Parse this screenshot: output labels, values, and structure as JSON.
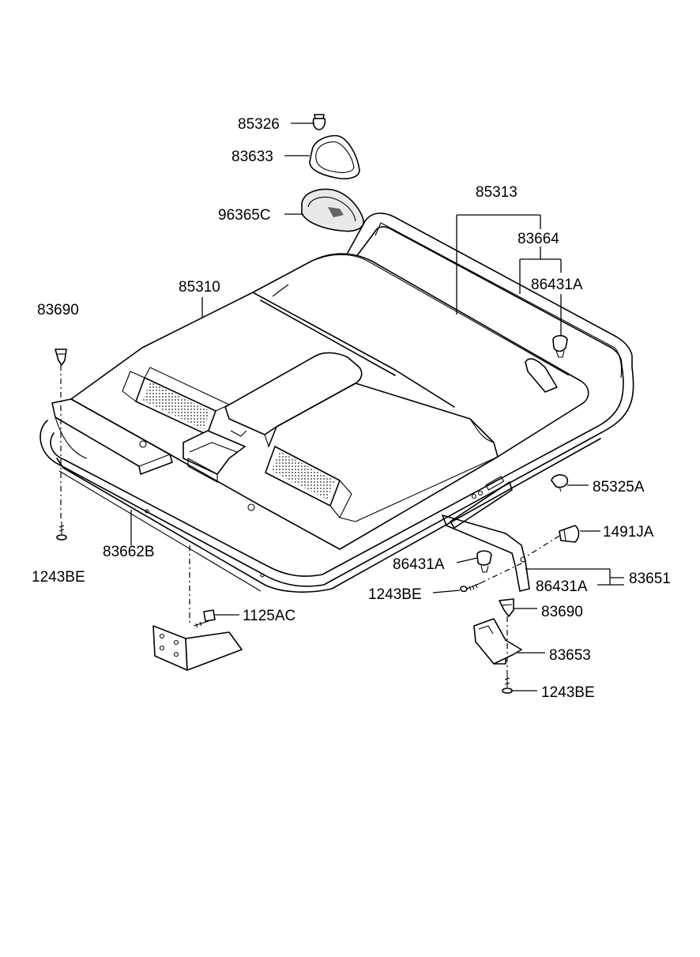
{
  "labels": {
    "l85326": "85326",
    "l83633": "83633",
    "l96365C": "96365C",
    "l85313": "85313",
    "l83664": "83664",
    "l86431A_top": "86431A",
    "l85310": "85310",
    "l83690_left": "83690",
    "l85325A": "85325A",
    "l1491JA": "1491JA",
    "l83662B": "83662B",
    "l1243BE_left": "1243BE",
    "l86431A_mid": "86431A",
    "l1243BE_mid": "1243BE",
    "l86431A_bot": "86431A",
    "l83651": "83651",
    "l1125AC": "1125AC",
    "l83690_right": "83690",
    "l83653": "83653",
    "l1243BE_right": "1243BE"
  }
}
